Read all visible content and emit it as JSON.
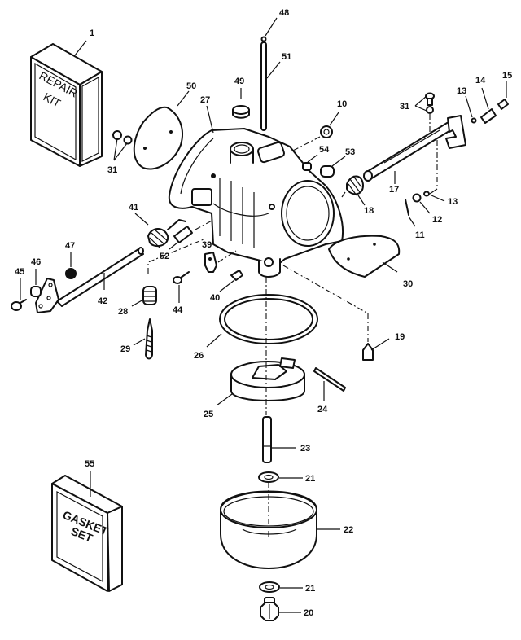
{
  "diagram": {
    "type": "exploded-parts-diagram",
    "subject": "carburetor assembly",
    "repair_kit": {
      "callout": "1",
      "text_line1": "REPAIR",
      "text_line2": "KIT"
    },
    "gasket_set": {
      "callout": "55",
      "text_line1": "GASKET",
      "text_line2": "SET"
    },
    "callouts": {
      "c10": "10",
      "c11": "11",
      "c12": "12",
      "c13a": "13",
      "c13b": "13",
      "c14": "14",
      "c15": "15",
      "c17": "17",
      "c18": "18",
      "c19": "19",
      "c20": "20",
      "c21a": "21",
      "c21b": "21",
      "c22": "22",
      "c23": "23",
      "c24": "24",
      "c25": "25",
      "c26": "26",
      "c27": "27",
      "c28": "28",
      "c29": "29",
      "c30": "30",
      "c31a": "31",
      "c31b": "31",
      "c39": "39",
      "c40": "40",
      "c41": "41",
      "c42": "42",
      "c44": "44",
      "c45": "45",
      "c46": "46",
      "c47": "47",
      "c48": "48",
      "c49": "49",
      "c50": "50",
      "c51": "51",
      "c52": "52",
      "c53": "53",
      "c54": "54"
    }
  }
}
